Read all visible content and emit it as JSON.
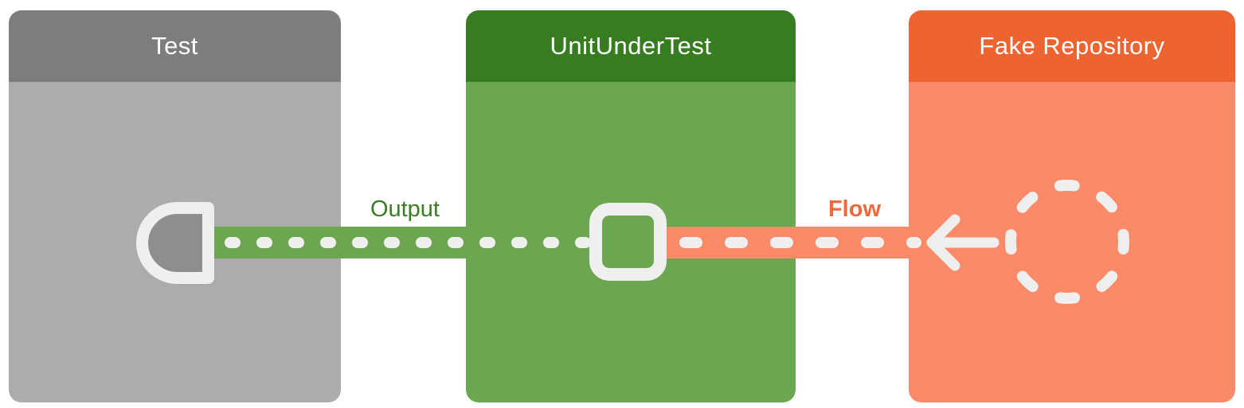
{
  "boxes": [
    {
      "label": "Test",
      "header_color": "#7D7D7D",
      "body_color": "#ACACAC"
    },
    {
      "label": "UnitUnderTest",
      "header_color": "#377C21",
      "body_color": "#6BA751"
    },
    {
      "label": "Fake Repository",
      "header_color": "#ED6431",
      "body_color": "#FA8A68"
    }
  ],
  "connections": [
    {
      "label": "Output",
      "label_color": "#3A7D22",
      "from": "UnitUnderTest",
      "to": "Test",
      "line_style": "dotted",
      "band_color": "#6BA751",
      "source_icon": "square-port-icon",
      "target_icon": "collector-port-icon"
    },
    {
      "label": "Flow",
      "label_color": "#F3683B",
      "from": "Fake Repository",
      "to": "UnitUnderTest",
      "line_style": "dashed",
      "band_color": "#FA8A68",
      "direction_icon": "left-arrow-icon",
      "source_icon": "dashed-circle-icon"
    }
  ],
  "icon_color": "#EFEFEF"
}
